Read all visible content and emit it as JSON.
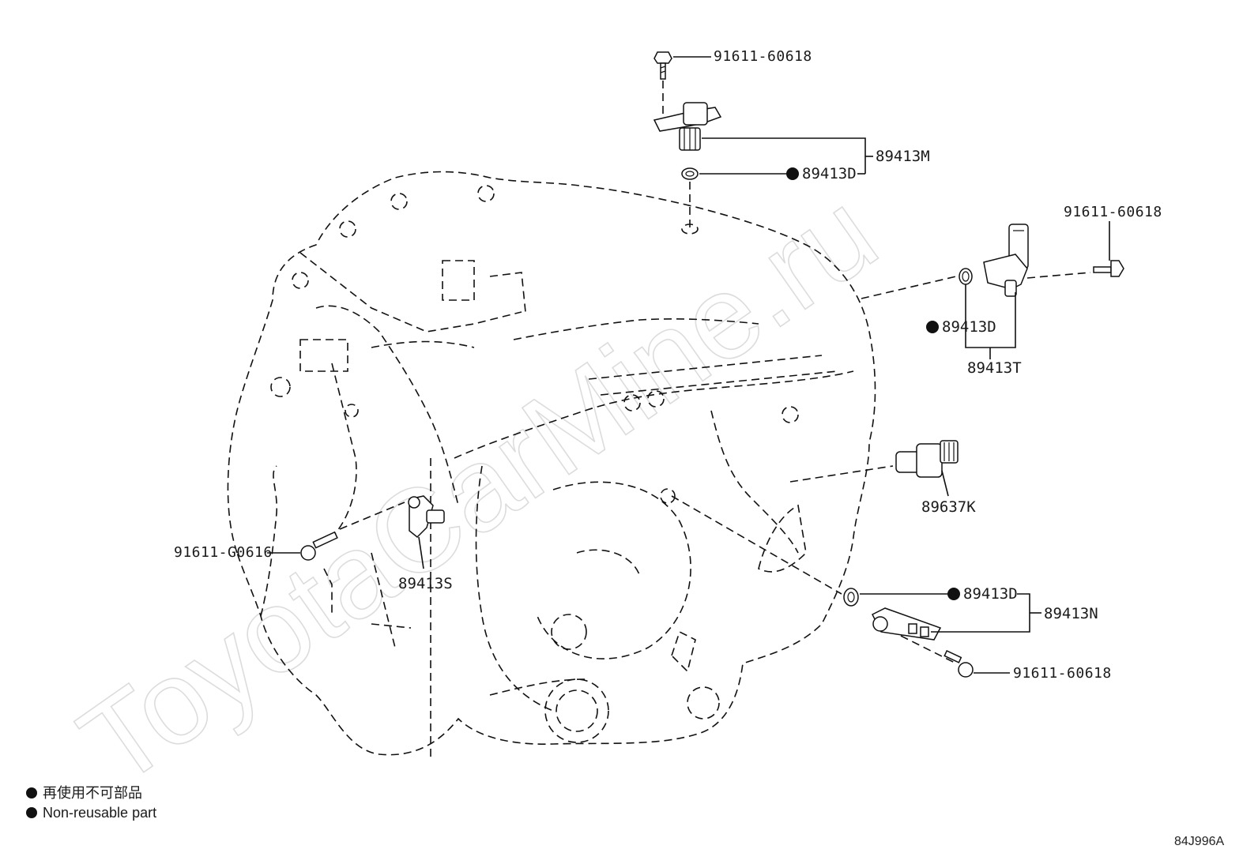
{
  "watermark": "ToyotaCarMine.ru",
  "diagram_code": "84J996A",
  "legend": {
    "japanese": "再使用不可部品",
    "english": "Non-reusable part"
  },
  "callouts": {
    "bolt_top": "91611-60618",
    "sensor_top": "89413M",
    "oring_top": "89413D",
    "bolt_right": "91611-60618",
    "oring_right": "89413D",
    "sensor_right": "89413T",
    "switch_right": "89637K",
    "oring_bottom": "89413D",
    "sensor_bottom": "89413N",
    "bolt_bottom": "91611-60618",
    "bolt_left": "91611-G0616",
    "sensor_left": "89413S"
  }
}
